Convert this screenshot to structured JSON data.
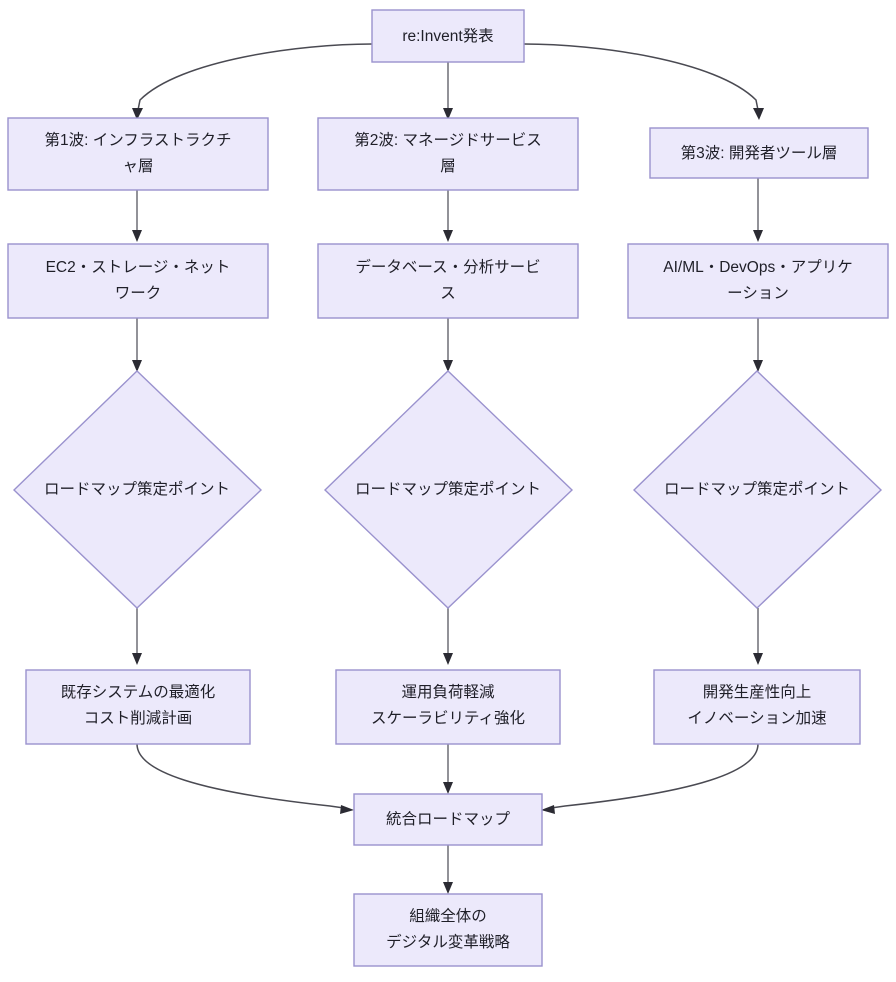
{
  "diagram": {
    "type": "flowchart",
    "direction": "top-down",
    "colors": {
      "node_fill": "#ece9fb",
      "node_stroke": "#9a92ce",
      "edge_stroke": "#4a4a52",
      "edge_stroke_straight": "#6e6e76",
      "text": "#1f1f28",
      "background": "#ffffff"
    },
    "nodes": {
      "root": {
        "label": "re:Invent発表",
        "shape": "rect"
      },
      "wave1": {
        "label_line1": "第1波: インフラストラクチ",
        "label_line2": "ャ層",
        "shape": "rect"
      },
      "wave2": {
        "label_line1": "第2波: マネージドサービス",
        "label_line2": "層",
        "shape": "rect"
      },
      "wave3": {
        "label_line1": "第3波: 開発者ツール層",
        "label_line2": "",
        "shape": "rect"
      },
      "tech1": {
        "label_line1": "EC2・ストレージ・ネット",
        "label_line2": "ワーク",
        "shape": "rect"
      },
      "tech2": {
        "label_line1": "データベース・分析サービ",
        "label_line2": "ス",
        "shape": "rect"
      },
      "tech3": {
        "label_line1": "AI/ML・DevOps・アプリケ",
        "label_line2": "ーション",
        "shape": "rect"
      },
      "decision1": {
        "label": "ロードマップ策定ポイント",
        "shape": "diamond"
      },
      "decision2": {
        "label": "ロードマップ策定ポイント",
        "shape": "diamond"
      },
      "decision3": {
        "label": "ロードマップ策定ポイント",
        "shape": "diamond"
      },
      "outcome1": {
        "label_line1": "既存システムの最適化",
        "label_line2": "コスト削減計画",
        "shape": "rect"
      },
      "outcome2": {
        "label_line1": "運用負荷軽減",
        "label_line2": "スケーラビリティ強化",
        "shape": "rect"
      },
      "outcome3": {
        "label_line1": "開発生産性向上",
        "label_line2": "イノベーション加速",
        "shape": "rect"
      },
      "merge": {
        "label": "統合ロードマップ",
        "shape": "rect"
      },
      "final": {
        "label_line1": "組織全体の",
        "label_line2": "デジタル変革戦略",
        "shape": "rect"
      }
    },
    "edges": [
      {
        "from": "root",
        "to": "wave1",
        "style": "curved"
      },
      {
        "from": "root",
        "to": "wave2",
        "style": "straight"
      },
      {
        "from": "root",
        "to": "wave3",
        "style": "curved"
      },
      {
        "from": "wave1",
        "to": "tech1",
        "style": "straight"
      },
      {
        "from": "wave2",
        "to": "tech2",
        "style": "straight"
      },
      {
        "from": "wave3",
        "to": "tech3",
        "style": "straight"
      },
      {
        "from": "tech1",
        "to": "decision1",
        "style": "straight"
      },
      {
        "from": "tech2",
        "to": "decision2",
        "style": "straight"
      },
      {
        "from": "tech3",
        "to": "decision3",
        "style": "straight"
      },
      {
        "from": "decision1",
        "to": "outcome1",
        "style": "straight"
      },
      {
        "from": "decision2",
        "to": "outcome2",
        "style": "straight"
      },
      {
        "from": "decision3",
        "to": "outcome3",
        "style": "straight"
      },
      {
        "from": "outcome1",
        "to": "merge",
        "style": "curved"
      },
      {
        "from": "outcome2",
        "to": "merge",
        "style": "straight"
      },
      {
        "from": "outcome3",
        "to": "merge",
        "style": "curved"
      },
      {
        "from": "merge",
        "to": "final",
        "style": "straight"
      }
    ]
  }
}
